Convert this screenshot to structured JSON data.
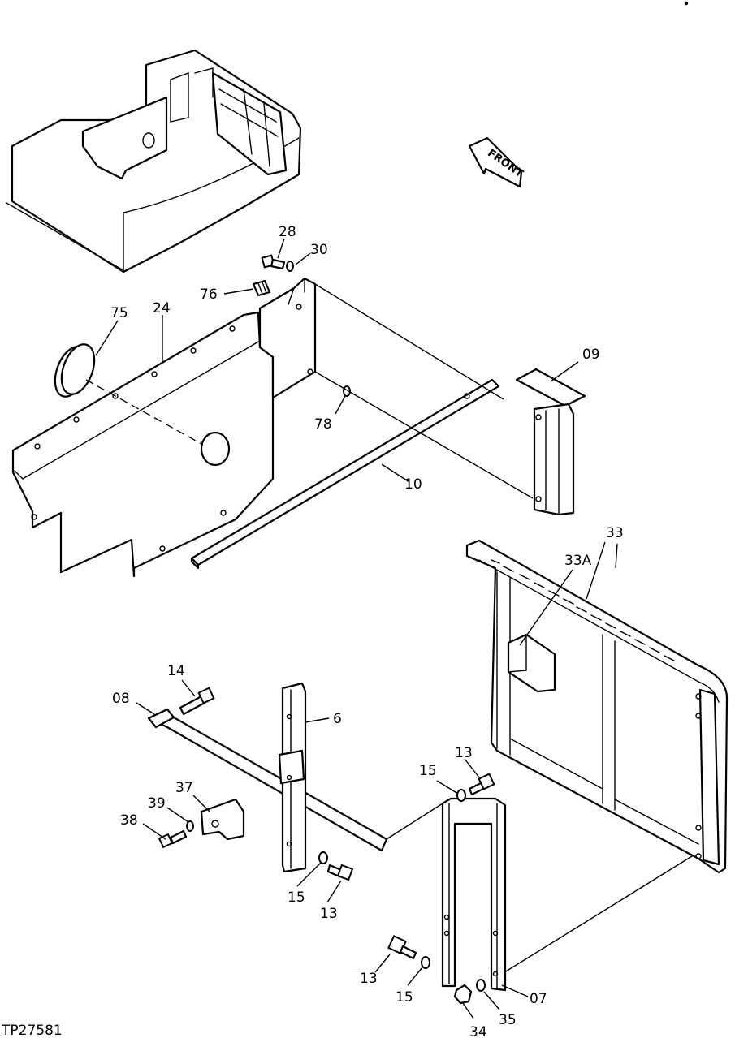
{
  "drawing_id": "TP27581",
  "direction_arrow": {
    "label": "FRONT"
  },
  "callouts": {
    "c75": "75",
    "c24": "24",
    "c28": "28",
    "c30": "30",
    "c76": "76",
    "c78": "78",
    "c09": "09",
    "c10": "10",
    "c33": "33",
    "c33A": "33A",
    "c14": "14",
    "c08": "08",
    "c6": "6",
    "c37": "37",
    "c39": "39",
    "c38": "38",
    "c15a": "15",
    "c13a": "13",
    "c15b": "15",
    "c13b": "13",
    "c13c": "13",
    "c15c": "15",
    "c34": "34",
    "c35": "35",
    "c07": "07"
  },
  "colors": {
    "line": "#000000",
    "paper": "#ffffff"
  }
}
